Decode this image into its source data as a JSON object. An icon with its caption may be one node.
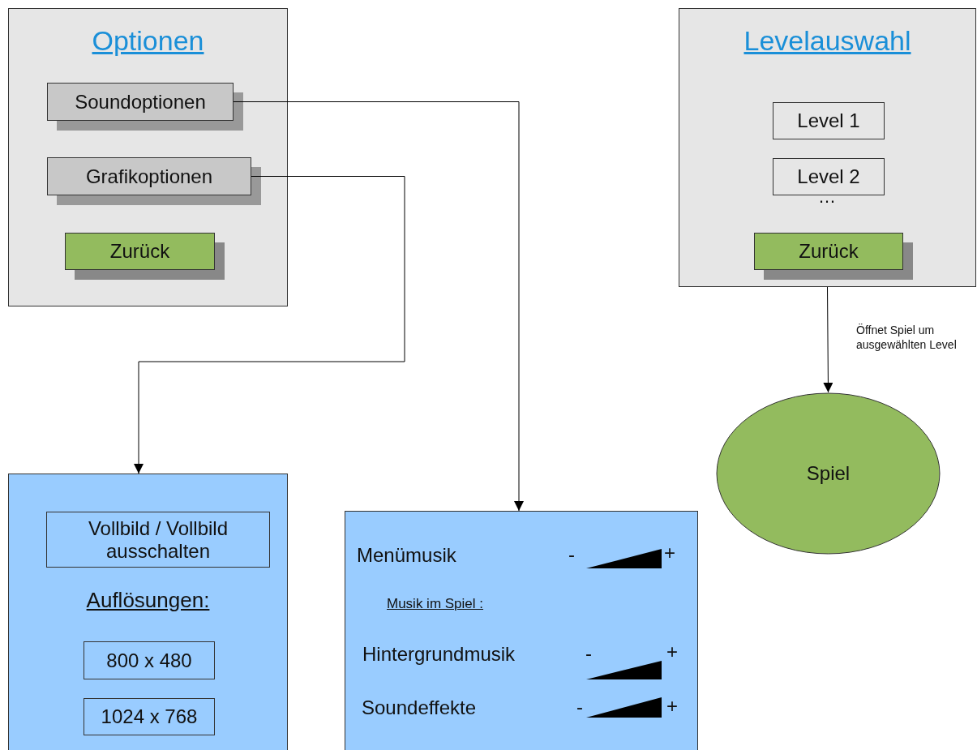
{
  "diagram": {
    "nodes": [
      {
        "text": [
          "Optionen"
        ]
      },
      {
        "text": [
          "Soundoptionen"
        ],
        "in": 0
      },
      {
        "text": [
          "Grafikoptionen"
        ],
        "in": 0
      },
      {
        "text": [
          "Zurück"
        ],
        "in": 0
      },
      {
        "text": [
          "Levelauswahl"
        ]
      },
      {
        "text": [
          "Level 1"
        ],
        "in": 4
      },
      {
        "text": [
          "Level 2"
        ],
        "in": 4
      },
      {
        "text": [
          "Zurück"
        ],
        "in": 4
      },
      {
        "text": [
          "Auflösungen:"
        ]
      },
      {
        "text": [
          "Vollbild / Vollbild ausschalten"
        ],
        "in": 8
      },
      {
        "text": [
          "800 x 480"
        ],
        "in": 8
      },
      {
        "text": [
          "1024 x 768"
        ],
        "in": 8
      },
      {
        "text": [
          "Menümusik",
          "Musik im Spiel :",
          "Hintergrundmusik",
          "Soundeffekte"
        ]
      },
      {
        "text": [
          "Spiel"
        ]
      }
    ],
    "edges": [
      {
        "from": 1,
        "to": 12,
        "arrow": "to"
      },
      {
        "from": 2,
        "to": 8,
        "arrow": "to"
      },
      {
        "from": 4,
        "to": 13,
        "arrow": "to",
        "label": "Öffnet Spiel um ausgewählten Level"
      }
    ],
    "labels": [
      "…",
      "-",
      "+",
      "-",
      "+",
      "-",
      "+"
    ]
  }
}
